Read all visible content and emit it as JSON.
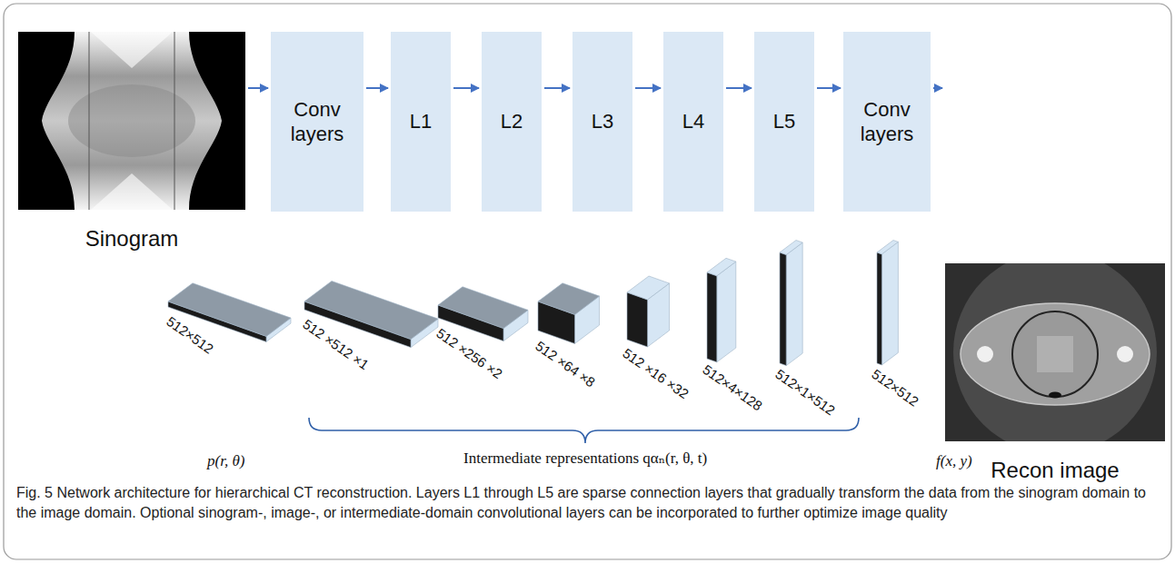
{
  "diagram": {
    "caption": "Fig. 5 Network architecture for hierarchical CT reconstruction. Layers L1 through L5 are sparse connection layers that gradually transform the data from the sinogram domain to the image domain. Optional sinogram-, image-, or intermediate-domain convolutional layers can be incorporated to further optimize image quality",
    "nodes": [
      {
        "text": [
          "Sinogram"
        ]
      },
      {
        "text": [
          "Conv layers"
        ]
      },
      {
        "text": [
          "L1"
        ]
      },
      {
        "text": [
          "L2"
        ]
      },
      {
        "text": [
          "L3"
        ]
      },
      {
        "text": [
          "L4"
        ]
      },
      {
        "text": [
          "L5"
        ]
      },
      {
        "text": [
          "Conv layers"
        ]
      },
      {
        "text": [
          "Recon image"
        ]
      }
    ],
    "edges": [
      {
        "from": 0,
        "to": 1,
        "arrow": "to"
      },
      {
        "from": 1,
        "to": 2,
        "arrow": "to"
      },
      {
        "from": 2,
        "to": 3,
        "arrow": "to"
      },
      {
        "from": 3,
        "to": 4,
        "arrow": "to"
      },
      {
        "from": 4,
        "to": 5,
        "arrow": "to"
      },
      {
        "from": 5,
        "to": 6,
        "arrow": "to"
      },
      {
        "from": 6,
        "to": 7,
        "arrow": "to"
      },
      {
        "from": 7,
        "to": 8,
        "arrow": "to"
      }
    ],
    "labels": [
      "512×512",
      "512 ×512 ×1",
      "512 ×256 ×2",
      "512 ×64 ×8",
      "512 ×16 ×32",
      "512×4×128",
      "512×1×512",
      "512×512",
      "p(r, θ)",
      "Intermediate representations qαₙ(r, θ, t)",
      "f(x, y)"
    ]
  }
}
